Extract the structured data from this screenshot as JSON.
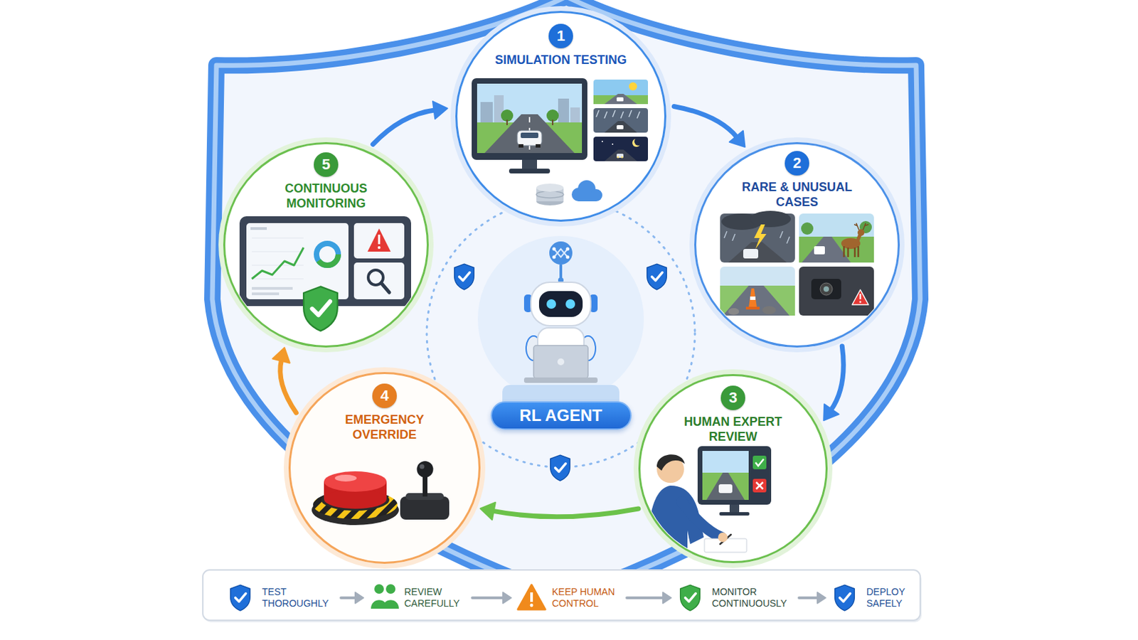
{
  "diagram": {
    "nodes": [
      {
        "text": [
          "1",
          "SIMULATION TESTING"
        ]
      },
      {
        "text": [
          "2",
          "RARE & UNUSUAL CASES"
        ]
      },
      {
        "text": [
          "3",
          "HUMAN EXPERT REVIEW"
        ]
      },
      {
        "text": [
          "4",
          "EMERGENCY OVERRIDE"
        ]
      },
      {
        "text": [
          "5",
          "CONTINUOUS MONITORING"
        ]
      },
      {
        "text": [
          "RL AGENT"
        ]
      },
      {
        "text": [
          "TEST THOROUGHLY"
        ]
      },
      {
        "text": [
          "REVIEW CAREFULLY"
        ]
      },
      {
        "text": [
          "KEEP HUMAN CONTROL"
        ]
      },
      {
        "text": [
          "MONITOR CONTINUOUSLY"
        ]
      },
      {
        "text": [
          "DEPLOY SAFELY"
        ]
      }
    ],
    "edges": [
      {
        "from": 0,
        "to": 1,
        "arrow": "to"
      },
      {
        "from": 1,
        "to": 2,
        "arrow": "to"
      },
      {
        "from": 2,
        "to": 3,
        "arrow": "to"
      },
      {
        "from": 3,
        "to": 4,
        "arrow": "to"
      },
      {
        "from": 4,
        "to": 0,
        "arrow": "to"
      },
      {
        "from": 6,
        "to": 7,
        "arrow": "to"
      },
      {
        "from": 7,
        "to": 8,
        "arrow": "to"
      },
      {
        "from": 8,
        "to": 9,
        "arrow": "to"
      },
      {
        "from": 9,
        "to": 10,
        "arrow": "to"
      }
    ]
  }
}
